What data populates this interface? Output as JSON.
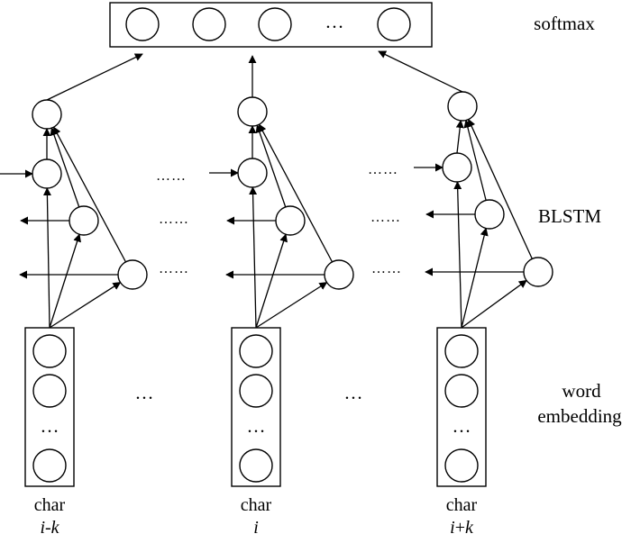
{
  "labels": {
    "softmax": "softmax",
    "blstm": "BLSTM",
    "embedding_line1": "word",
    "embedding_line2": "embedding"
  },
  "softmax_layer": {
    "ellipsis": "…"
  },
  "columns": [
    {
      "char": "char",
      "index_prefix": "i",
      "index_op": "-",
      "index_var": "k",
      "embed_ellipsis": "…"
    },
    {
      "char": "char",
      "index_prefix": "i",
      "index_op": "",
      "index_var": "",
      "embed_ellipsis": "…"
    },
    {
      "char": "char",
      "index_prefix": "i",
      "index_op": "+",
      "index_var": "k",
      "embed_ellipsis": "…"
    }
  ],
  "between_column_dots": {
    "embedding": "…",
    "hidden_row1": "……",
    "hidden_row2": "……",
    "hidden_row3": "……"
  },
  "colors": {
    "stroke": "#000000",
    "background": "#ffffff"
  }
}
